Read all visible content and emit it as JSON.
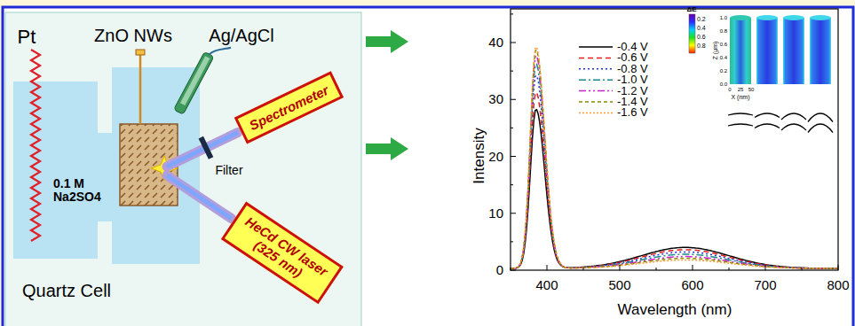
{
  "diagram": {
    "nodes": [
      {
        "text": [
          "Spectrometer"
        ]
      },
      {
        "text": [
          "HeCd CW laser (325 nm)"
        ]
      }
    ],
    "labels": [
      "Pt",
      "ZnO NWs",
      "Ag/AgCl",
      "0.1 M Na2SO4",
      "Quartz Cell",
      "Filter",
      "0",
      "10",
      "20",
      "30",
      "40",
      "400",
      "500",
      "600",
      "700",
      "800",
      "Intensity",
      "Wavelength (nm)",
      "ΔE",
      "0.2",
      "0.4",
      "0.6",
      "0.8",
      "Z (μm)",
      "0.0",
      "0.2",
      "0.4",
      "0.6",
      "0.8",
      "1.0",
      "X (nm)",
      "0",
      "25",
      "50"
    ],
    "legend": [
      {
        "text": "-0.4 V"
      },
      {
        "text": "-0.6 V"
      },
      {
        "text": "-0.8 V"
      },
      {
        "text": "-1.0 V"
      },
      {
        "text": "-1.2 V"
      },
      {
        "text": "-1.4 V"
      },
      {
        "text": "-1.6 V"
      }
    ]
  }
}
